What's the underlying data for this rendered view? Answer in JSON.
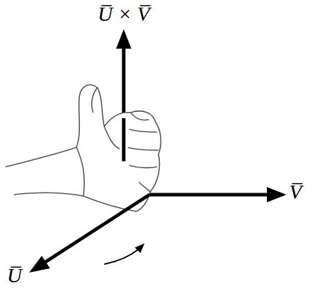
{
  "diagram": {
    "labels": [
      "U̅ × V̅",
      "V̅",
      "U̅"
    ]
  }
}
